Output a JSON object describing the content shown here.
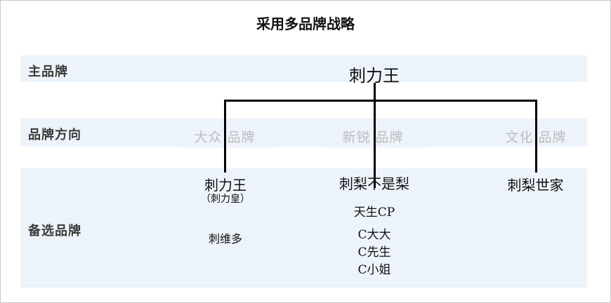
{
  "title": "采用多品牌战略",
  "rows": {
    "main": "主品牌",
    "direction": "品牌方向",
    "alternative": "备选品牌"
  },
  "root": "刺力王",
  "directions": [
    "大众 品牌",
    "新锐 品牌",
    "文化 品牌"
  ],
  "branches": {
    "left": {
      "name": "刺力王",
      "sub": "（刺力皇）",
      "extra": "刺维多"
    },
    "middle": {
      "name": "刺梨不是梨",
      "items": [
        "天生CP",
        "C大大",
        "C先生",
        "C小姐"
      ]
    },
    "right": {
      "name": "刺梨世家"
    }
  }
}
